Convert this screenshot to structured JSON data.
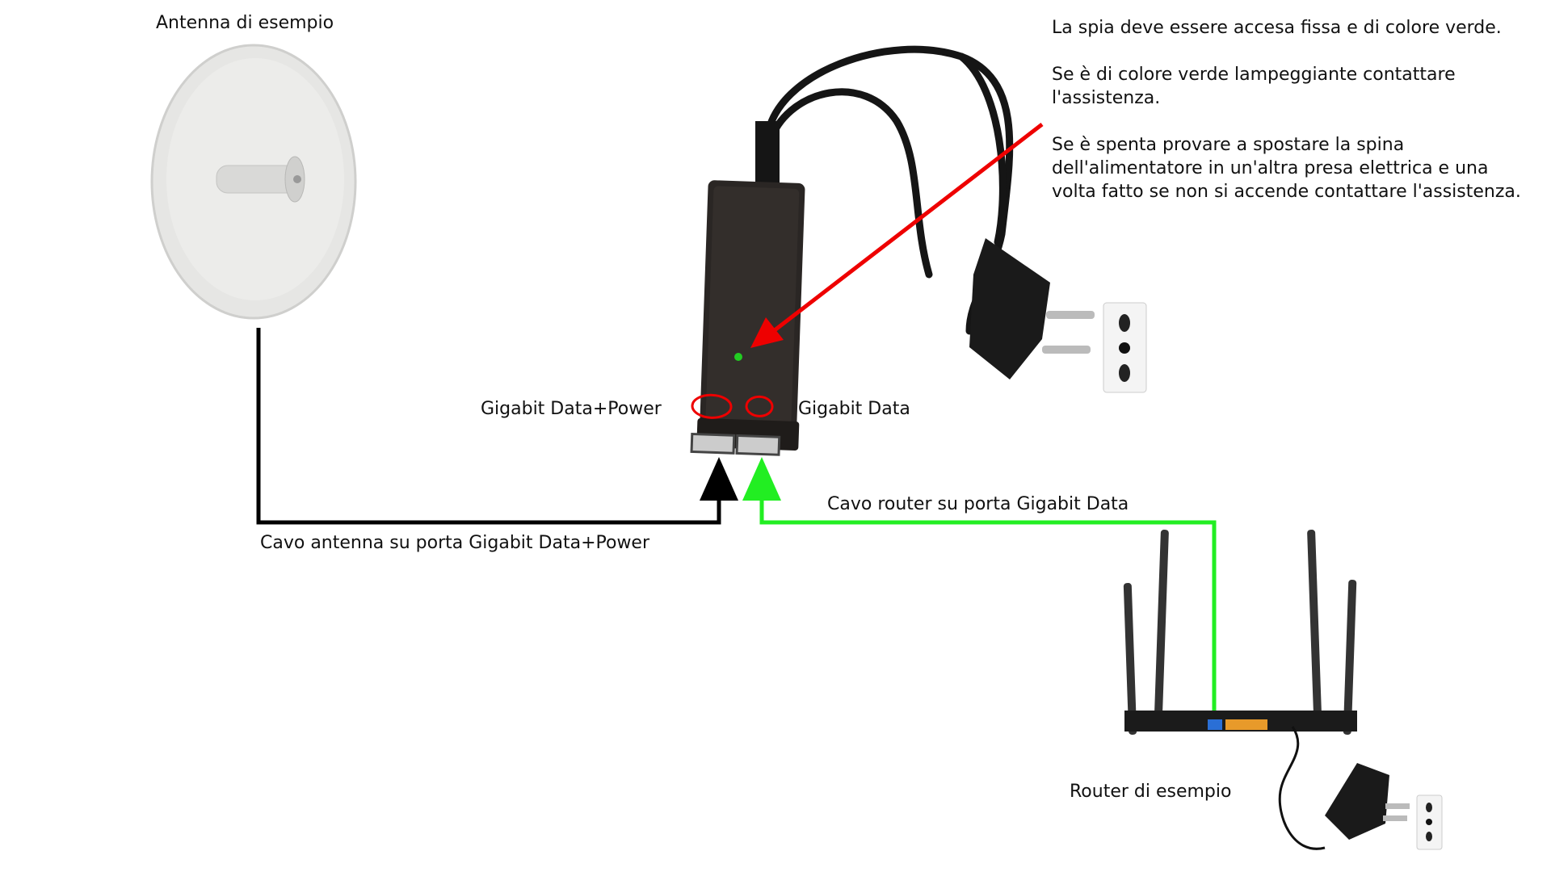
{
  "labels": {
    "antenna": "Antenna di esempio",
    "router": "Router di esempio",
    "port_data_power": "Gigabit Data+Power",
    "port_data": "Gigabit Data",
    "cable_antenna": "Cavo antenna su porta Gigabit Data+Power",
    "cable_router": "Cavo router su porta Gigabit Data"
  },
  "notes": [
    "La spia deve essere accesa fissa e di colore verde.",
    "Se è di colore verde lampeggiante contattare l'assistenza.",
    "Se è spenta provare a spostare la spina dell'alimentatore in un'altra presa elettrica e una volta fatto se non si accende contattare l'assistenza."
  ],
  "colors": {
    "antenna_cable": "#000000",
    "router_cable": "#22ee22",
    "pointer": "#ee0000",
    "led": "#22cc22"
  }
}
